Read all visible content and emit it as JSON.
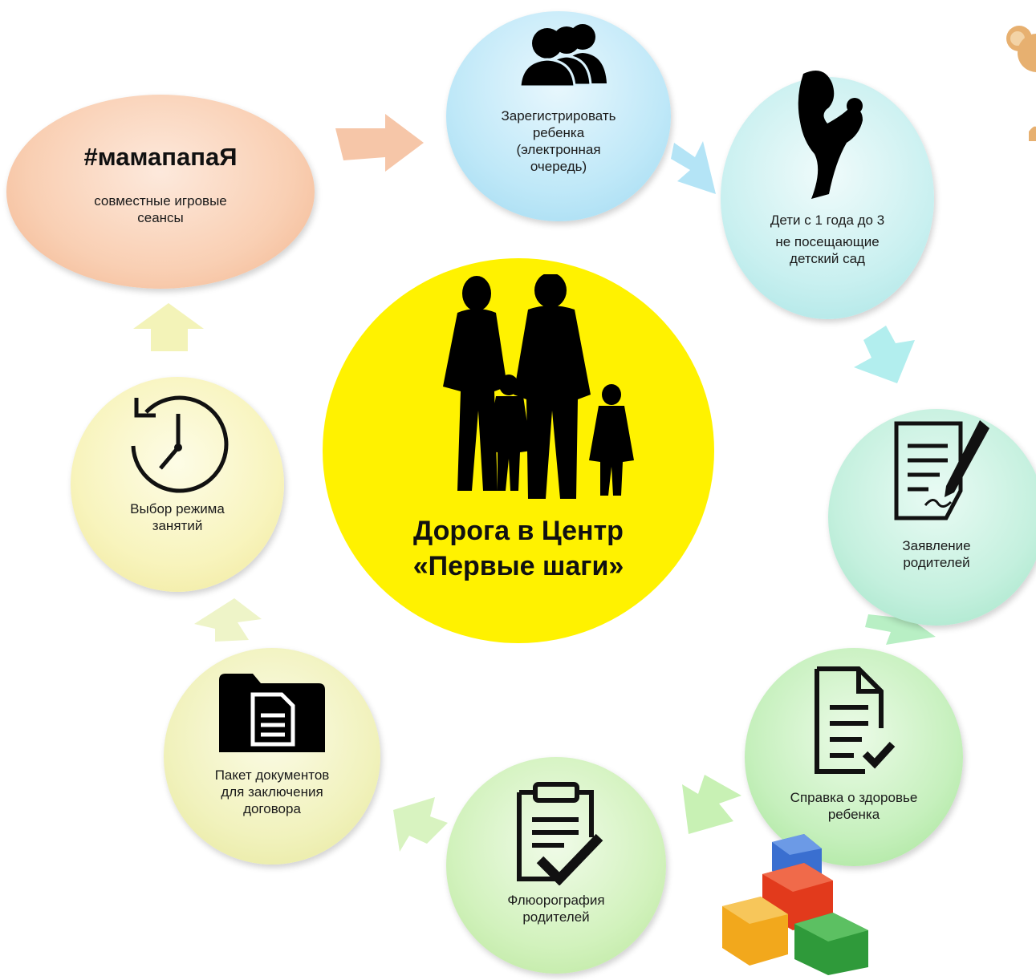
{
  "center": {
    "title_line1": "Дорога в Центр",
    "title_line2": "«Первые шаги»",
    "icon": "family-silhouette-icon"
  },
  "steps": {
    "register": {
      "lines": [
        "Зарегистрировать",
        "ребенка",
        "(электронная",
        "очередь)"
      ],
      "icon": "people-group-icon"
    },
    "children": {
      "lines": [
        "Дети  с 1 года до 3",
        "не посещающие",
        "детский сад"
      ],
      "icon": "mother-baby-icon"
    },
    "application": {
      "lines": [
        "Заявление",
        "родителей"
      ],
      "icon": "signed-document-icon"
    },
    "health": {
      "lines": [
        "Справка о здоровье",
        "ребенка"
      ],
      "icon": "document-check-icon"
    },
    "xray": {
      "lines": [
        "Флюорография",
        "родителей"
      ],
      "icon": "clipboard-check-icon"
    },
    "docs": {
      "lines": [
        "Пакет документов",
        "для заключения",
        "договора"
      ],
      "icon": "folder-document-icon"
    },
    "schedule": {
      "lines": [
        "Выбор режима",
        "занятий"
      ],
      "icon": "clock-history-icon"
    },
    "mamapapa": {
      "title": "#мамапапаЯ",
      "lines": [
        "совместные игровые",
        "сеансы"
      ]
    }
  },
  "colors": {
    "center": "#fff200",
    "arrow_orange": "#f6c6a8",
    "arrow_blue": "#b4e4f6",
    "arrow_cyan": "#b2eeee",
    "arrow_green": "#b8efc4",
    "arrow_lightgreen": "#c8f1b4",
    "arrow_yellow": "#f3f3b8"
  },
  "decor": [
    "toy-blocks-icon",
    "teddy-bear-icon"
  ]
}
